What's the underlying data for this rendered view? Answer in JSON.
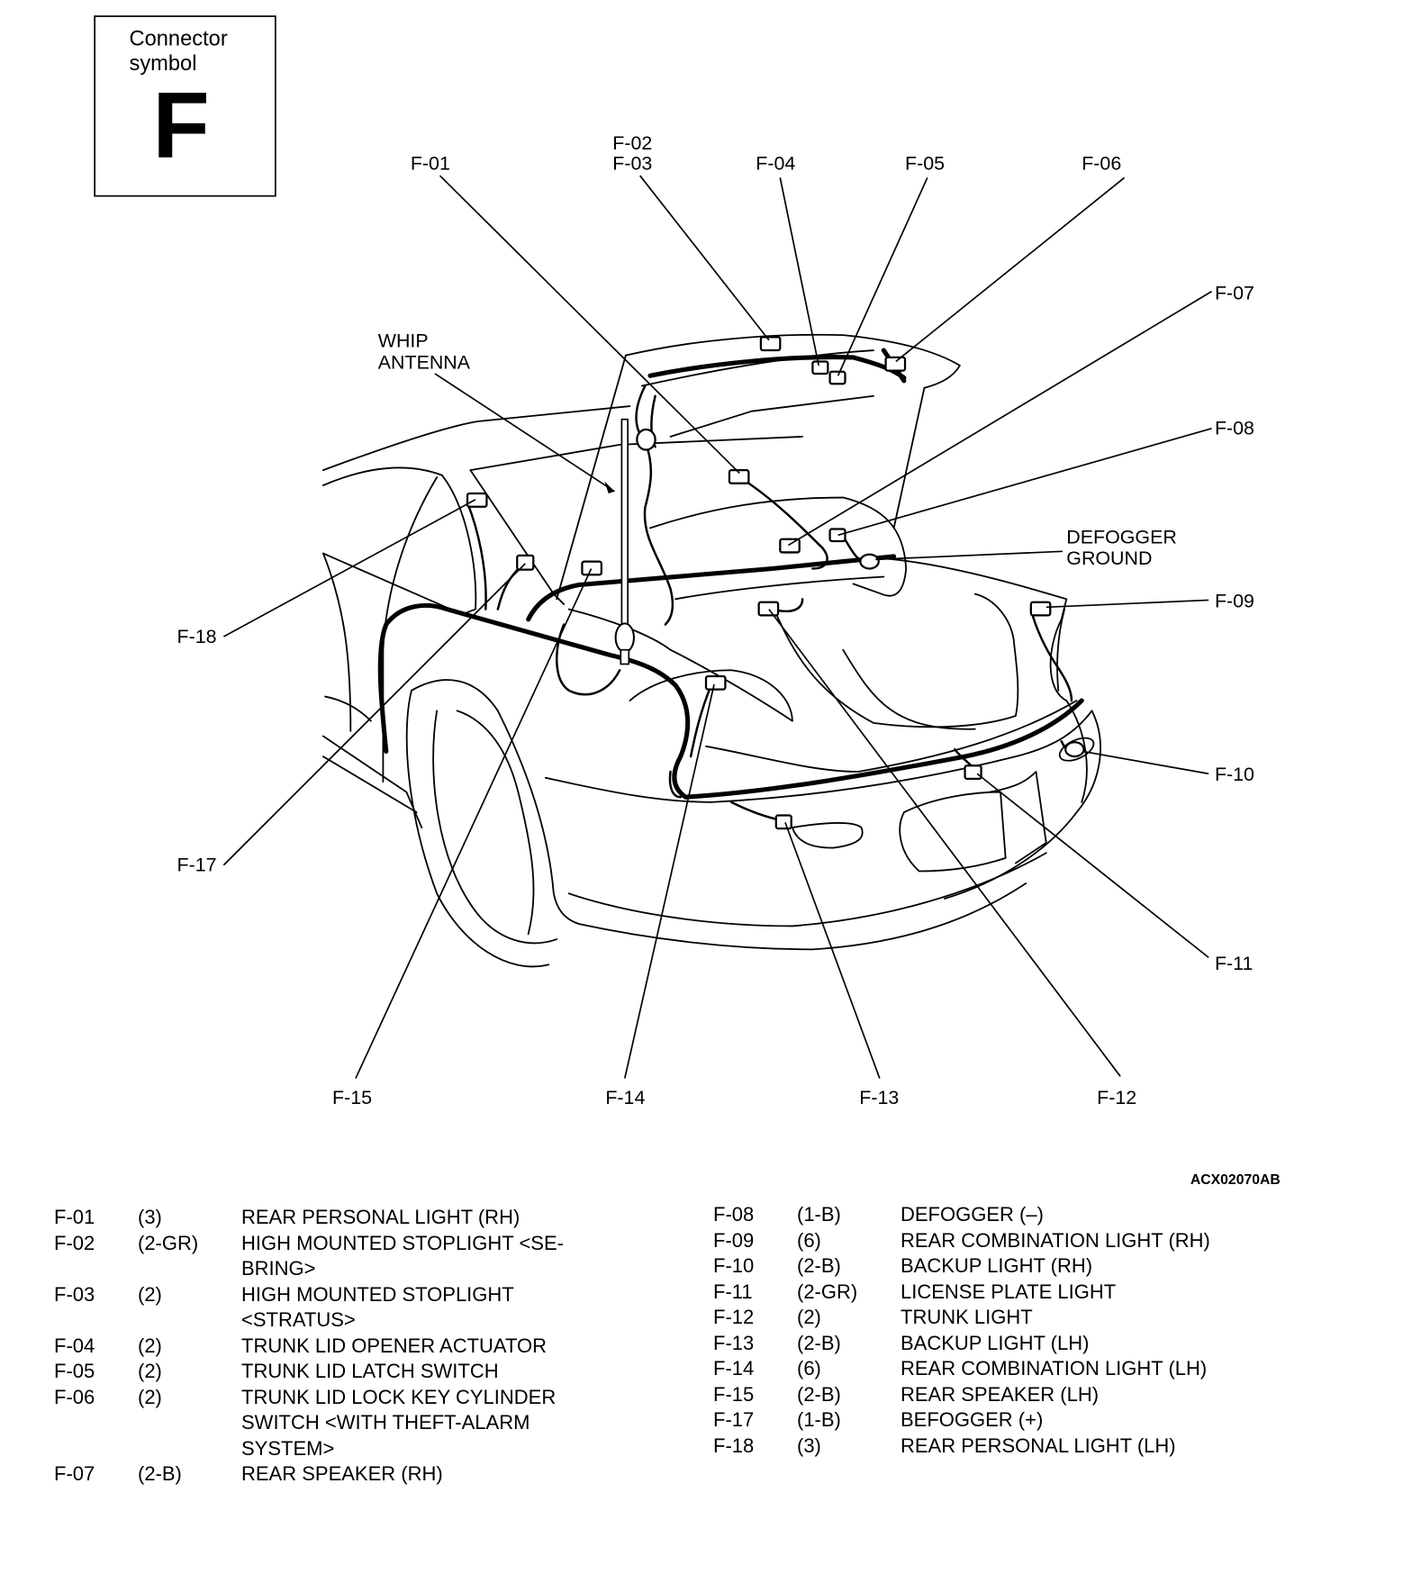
{
  "symbol_box": {
    "title_line1": "Connector",
    "title_line2": "symbol",
    "letter": "F"
  },
  "diagram": {
    "callouts": {
      "f01": "F-01",
      "f02": "F-02",
      "f03": "F-03",
      "f04": "F-04",
      "f05": "F-05",
      "f06": "F-06",
      "f07": "F-07",
      "f08": "F-08",
      "f09": "F-09",
      "f10": "F-10",
      "f11": "F-11",
      "f12": "F-12",
      "f13": "F-13",
      "f14": "F-14",
      "f15": "F-15",
      "f17": "F-17",
      "f18": "F-18"
    },
    "whip_antenna_line1": "WHIP",
    "whip_antenna_line2": "ANTENNA",
    "defogger_ground_line1": "DEFOGGER",
    "defogger_ground_line2": "GROUND",
    "figure_code": "ACX02070AB"
  },
  "legend": {
    "left": [
      {
        "id": "F-01",
        "pins": "(3)",
        "desc": [
          "REAR PERSONAL LIGHT (RH)"
        ]
      },
      {
        "id": "F-02",
        "pins": "(2-GR)",
        "desc": [
          "HIGH MOUNTED STOPLIGHT <SE-",
          "BRING>"
        ]
      },
      {
        "id": "F-03",
        "pins": "(2)",
        "desc": [
          "HIGH MOUNTED STOPLIGHT",
          "<STRATUS>"
        ]
      },
      {
        "id": "F-04",
        "pins": "(2)",
        "desc": [
          "TRUNK LID OPENER ACTUATOR"
        ]
      },
      {
        "id": "F-05",
        "pins": "(2)",
        "desc": [
          "TRUNK LID LATCH SWITCH"
        ]
      },
      {
        "id": "F-06",
        "pins": "(2)",
        "desc": [
          "TRUNK LID LOCK KEY CYLINDER",
          "SWITCH <WITH THEFT-ALARM",
          "SYSTEM>"
        ]
      },
      {
        "id": "F-07",
        "pins": "(2-B)",
        "desc": [
          "REAR SPEAKER (RH)"
        ]
      }
    ],
    "right": [
      {
        "id": "F-08",
        "pins": "(1-B)",
        "desc": [
          "DEFOGGER (–)"
        ]
      },
      {
        "id": "F-09",
        "pins": "(6)",
        "desc": [
          "REAR COMBINATION LIGHT (RH)"
        ]
      },
      {
        "id": "F-10",
        "pins": "(2-B)",
        "desc": [
          "BACKUP LIGHT (RH)"
        ]
      },
      {
        "id": "F-11",
        "pins": "(2-GR)",
        "desc": [
          "LICENSE PLATE LIGHT"
        ]
      },
      {
        "id": "F-12",
        "pins": "(2)",
        "desc": [
          "TRUNK LIGHT"
        ]
      },
      {
        "id": "F-13",
        "pins": "(2-B)",
        "desc": [
          "BACKUP LIGHT (LH)"
        ]
      },
      {
        "id": "F-14",
        "pins": "(6)",
        "desc": [
          "REAR COMBINATION LIGHT (LH)"
        ]
      },
      {
        "id": "F-15",
        "pins": "(2-B)",
        "desc": [
          "REAR SPEAKER (LH)"
        ]
      },
      {
        "id": "F-17",
        "pins": "(1-B)",
        "desc": [
          "BEFOGGER (+)"
        ]
      },
      {
        "id": "F-18",
        "pins": "(3)",
        "desc": [
          "REAR PERSONAL LIGHT (LH)"
        ]
      }
    ]
  }
}
